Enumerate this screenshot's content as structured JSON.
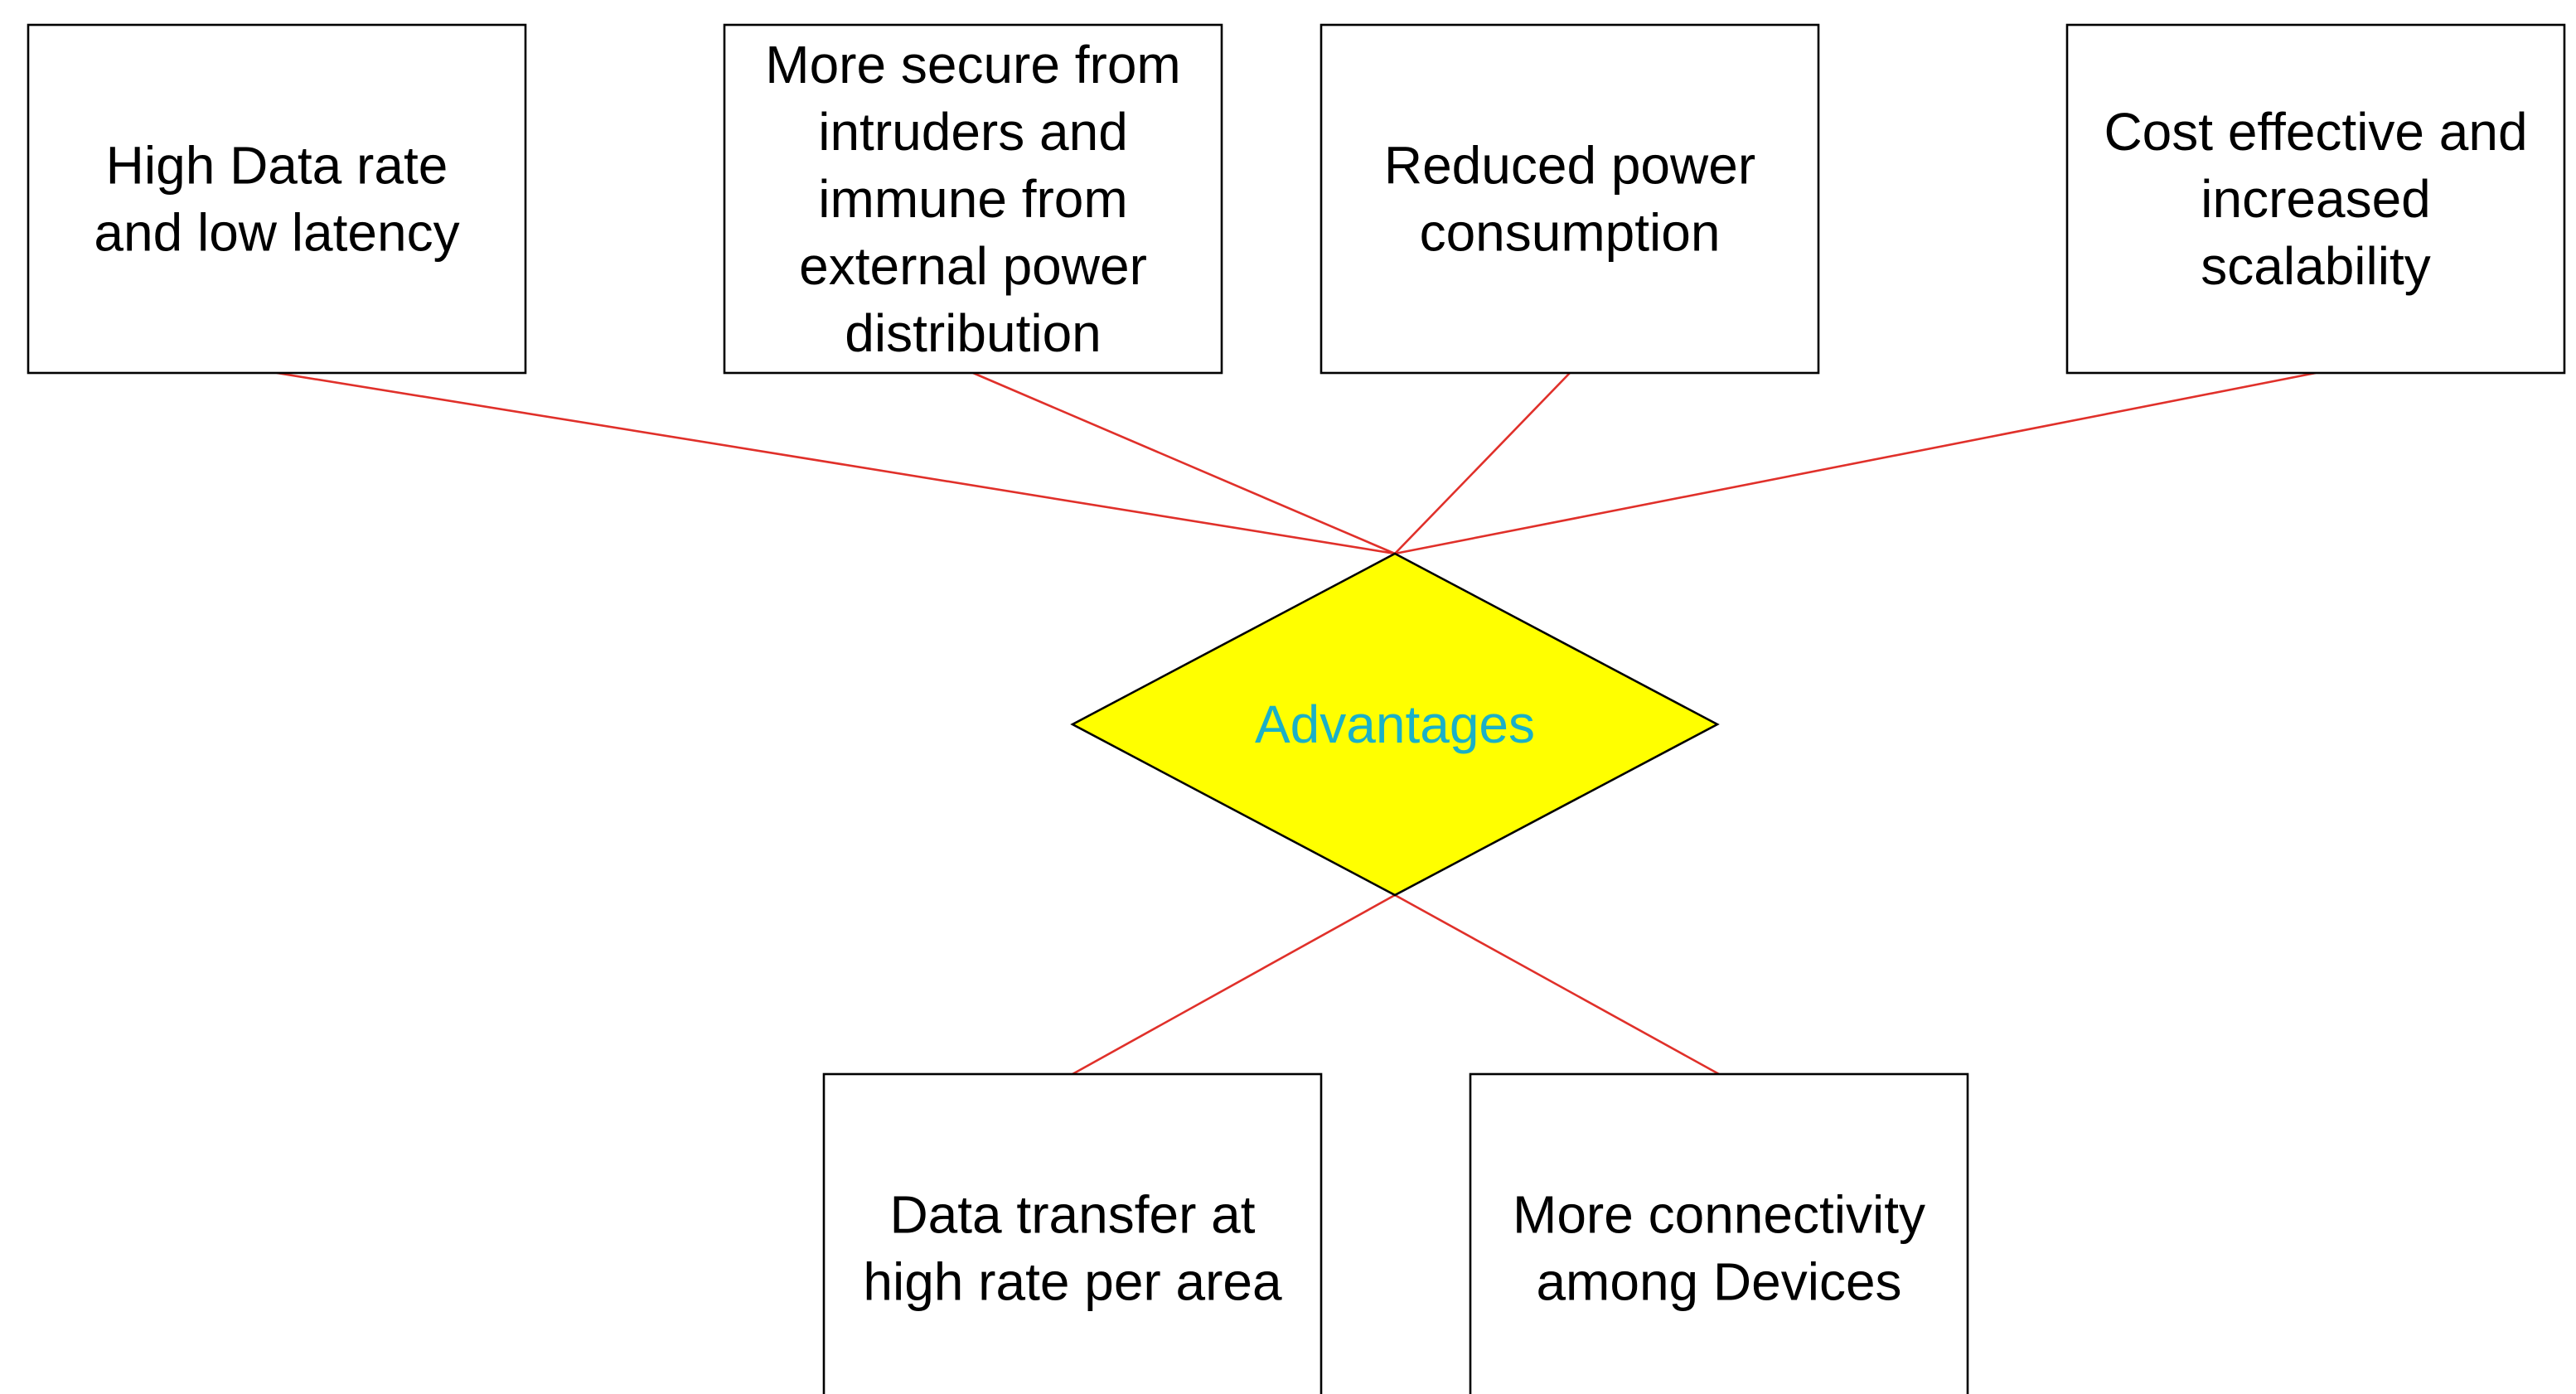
{
  "diagram": {
    "center": {
      "label": "Advantages",
      "fill_color": "#ffff00",
      "text_color": "#1ab0c8"
    },
    "line_color": "#e0302a",
    "top_boxes": [
      {
        "id": "high-data-rate",
        "lines": [
          "High Data rate",
          "and low latency"
        ]
      },
      {
        "id": "more-secure",
        "lines": [
          "More secure from",
          "intruders and",
          "immune from",
          "external power",
          "distribution"
        ]
      },
      {
        "id": "reduced-power",
        "lines": [
          "Reduced power",
          "consumption"
        ]
      },
      {
        "id": "cost-effective",
        "lines": [
          "Cost effective and",
          "increased",
          "scalability"
        ]
      }
    ],
    "bottom_boxes": [
      {
        "id": "data-transfer",
        "lines": [
          "Data transfer at",
          "high rate per area"
        ]
      },
      {
        "id": "more-connectivity",
        "lines": [
          "More connectivity",
          "among Devices"
        ]
      }
    ]
  }
}
